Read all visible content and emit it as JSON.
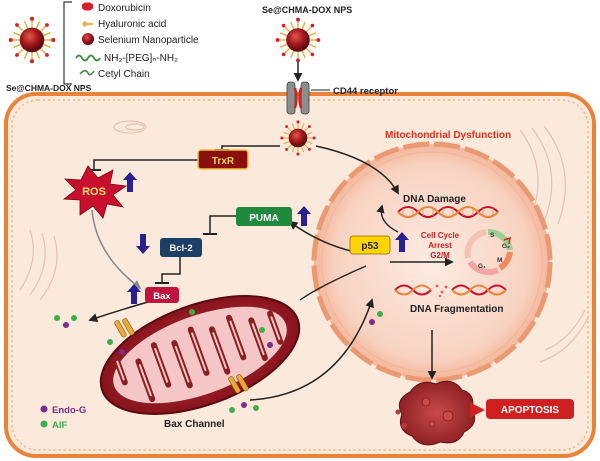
{
  "legend": {
    "doxorubicin": "Doxorubicin",
    "hyaluronic_acid": "Hyaluronic acid",
    "selenium_np": "Selenium Nanoparticle",
    "peg_linker": "NH₂-[PEG]ₙ-NH₂",
    "cetyl_chain": "Cetyl Chain",
    "np_caption": "Se@CHMA-DOX NPS"
  },
  "top_np_label": "Se@CHMA-DOX NPS",
  "receptor_label": "CD44 receptor",
  "labels": {
    "mito_dysfunction": "Mitochondrial  Dysfunction",
    "trxr": "TrxR",
    "ros": "ROS",
    "puma": "PUMA",
    "bcl2": "Bcl-2",
    "bax": "Bax",
    "p53": "p53",
    "dna_damage": "DNA Damage",
    "dna_fragmentation": "DNA Fragmentation",
    "cell_cycle_1": "Cell Cycle",
    "cell_cycle_2": "Arrest",
    "cell_cycle_3": "G2/M",
    "phase_s": "S",
    "phase_g2": "G₂",
    "phase_m": "M",
    "phase_g1": "G₁",
    "bax_channel": "Bax Channel",
    "endo_g": "Endo-G",
    "aif": "AIF",
    "apoptosis": "APOPTOSIS"
  },
  "colors": {
    "cell_membrane": "#e8833a",
    "cytoplasm": "#fbe9dc",
    "mito_dysfunction": "#e0301e",
    "trxr_box": "#8b0f0f",
    "ros_burst": "#c8102e",
    "puma_box": "#1f8a3d",
    "bcl2_box": "#1c3f66",
    "bax_box": "#c0143c",
    "p53_box": "#ffd400",
    "arrow_up": "#2a1f8f",
    "endo_g": "#7b2d8b",
    "aif": "#3fae49",
    "apoptosis_box": "#d01f1f"
  },
  "icons": {
    "doxorubicin": "red-hexagon-icon",
    "hyaluronic_acid": "orange-stick-icon",
    "selenium_np": "dark-red-sphere-icon",
    "peg_linker": "green-wave-icon",
    "cetyl_chain": "green-curl-icon",
    "upregulation": "up-arrow-icon",
    "downregulation": "down-arrow-icon"
  }
}
